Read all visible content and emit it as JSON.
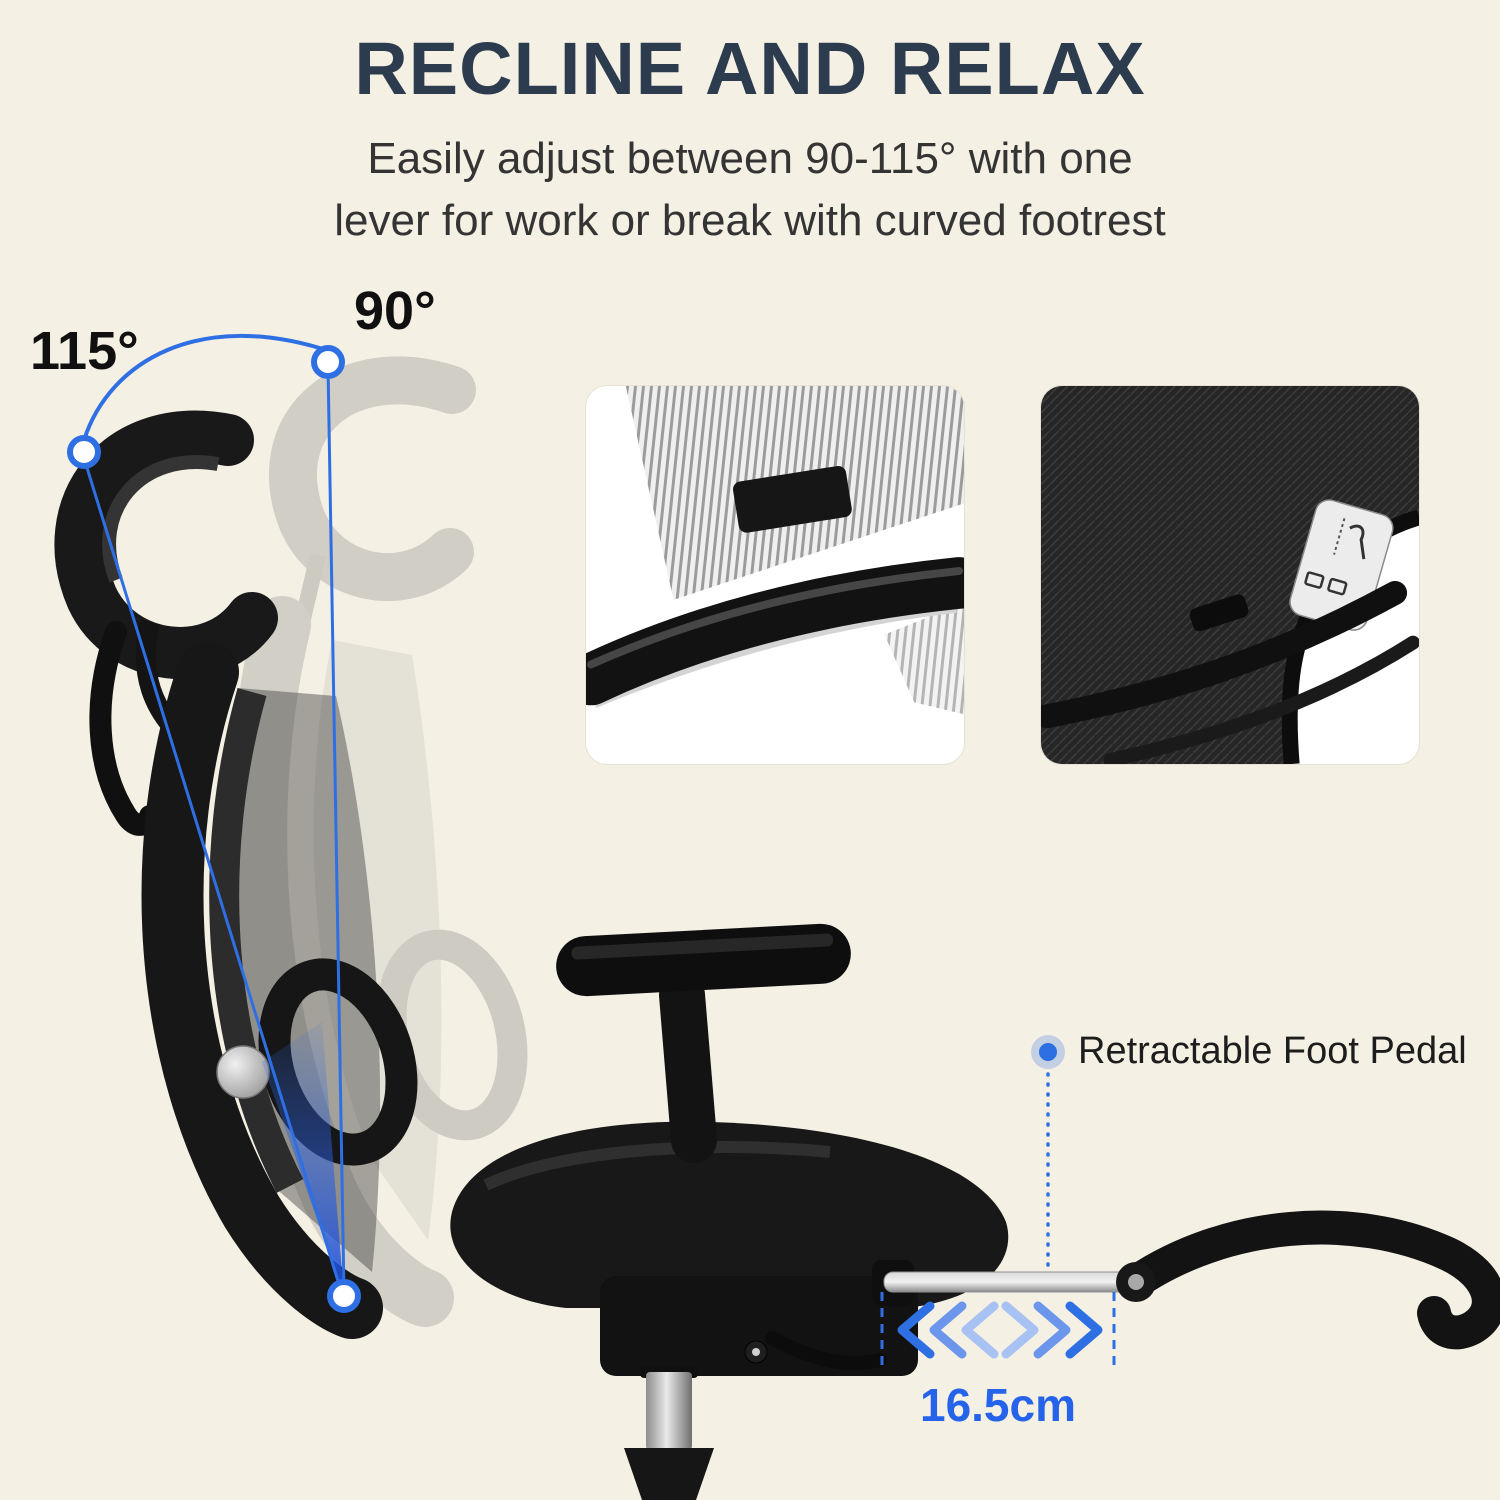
{
  "page": {
    "title": "RECLINE AND RELAX",
    "subtitle_line1": "Easily adjust between 90-115° with one",
    "subtitle_line2": "lever for work or break with curved footrest"
  },
  "recline": {
    "angle_reclined": "115°",
    "angle_upright": "90°"
  },
  "foot_pedal": {
    "label": "Retractable Foot Pedal",
    "extension": "16.5cm"
  },
  "colors": {
    "background": "#f5f0e4",
    "accent_blue": "#2f6fe4",
    "title": "#2c3b4d",
    "subtitle": "#343434",
    "chair_black": "#181818",
    "ghost_gray": "#c0beb9",
    "measurement_blue": "#2563eb"
  }
}
